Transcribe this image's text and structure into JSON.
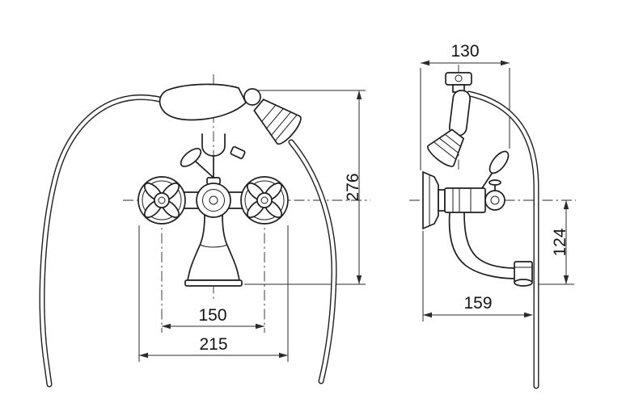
{
  "drawing": {
    "dimensions": {
      "front_overall_height": "276",
      "handle_spacing": "150",
      "front_overall_width": "215",
      "side_body_width": "130",
      "spout_height_drop": "124",
      "side_overall_depth": "159"
    }
  }
}
